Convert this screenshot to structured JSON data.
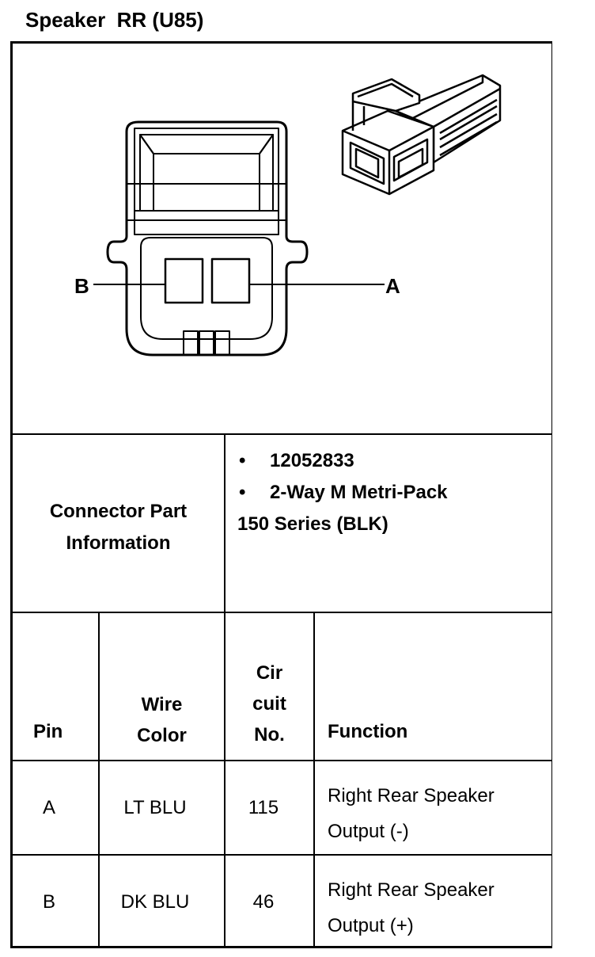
{
  "title": "Speaker  RR (U85)",
  "diagram": {
    "pin_label_left": "B",
    "pin_label_right": "A"
  },
  "connector_info": {
    "label_line1": "Connector Part",
    "label_line2": "Information",
    "bullet": "•",
    "part_number": "12052833",
    "connector_type": "2-Way M Metri-Pack",
    "series": "150 Series (BLK)"
  },
  "table": {
    "headers": {
      "pin": "Pin",
      "wire_line1": "Wire",
      "wire_line2": "Color",
      "circuit_line1": "Cir",
      "circuit_line2": "cuit",
      "circuit_line3": "No.",
      "function": "Function"
    },
    "rows": [
      {
        "pin": "A",
        "wire_color": "LT BLU",
        "circuit": "115",
        "function_line1": "Right Rear Speaker",
        "function_line2": "Output (-)"
      },
      {
        "pin": "B",
        "wire_color": "DK BLU",
        "circuit": "46",
        "function_line1": "Right Rear Speaker",
        "function_line2": "Output (+)"
      }
    ]
  }
}
